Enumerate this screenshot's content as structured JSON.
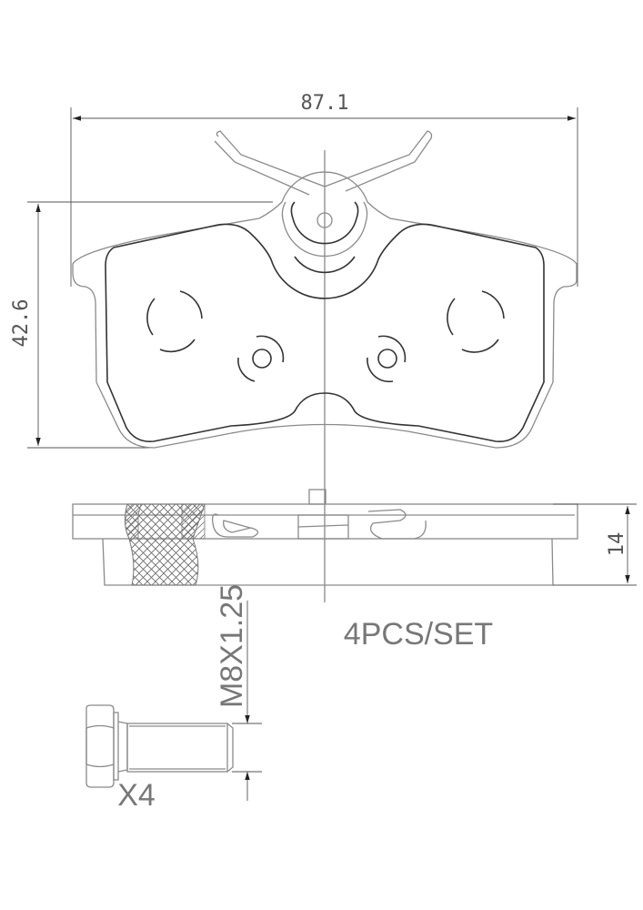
{
  "dimensions": {
    "width_label": "87.1",
    "height_label": "42.6",
    "thickness_label": "14",
    "bolt_thread_label": "M8X1.25",
    "bolt_quantity_label": "X4"
  },
  "set_label": "4PCS/SET",
  "colors": {
    "outline_light": "#8a8a8a",
    "outline_dark": "#333333",
    "text": "#777777"
  }
}
